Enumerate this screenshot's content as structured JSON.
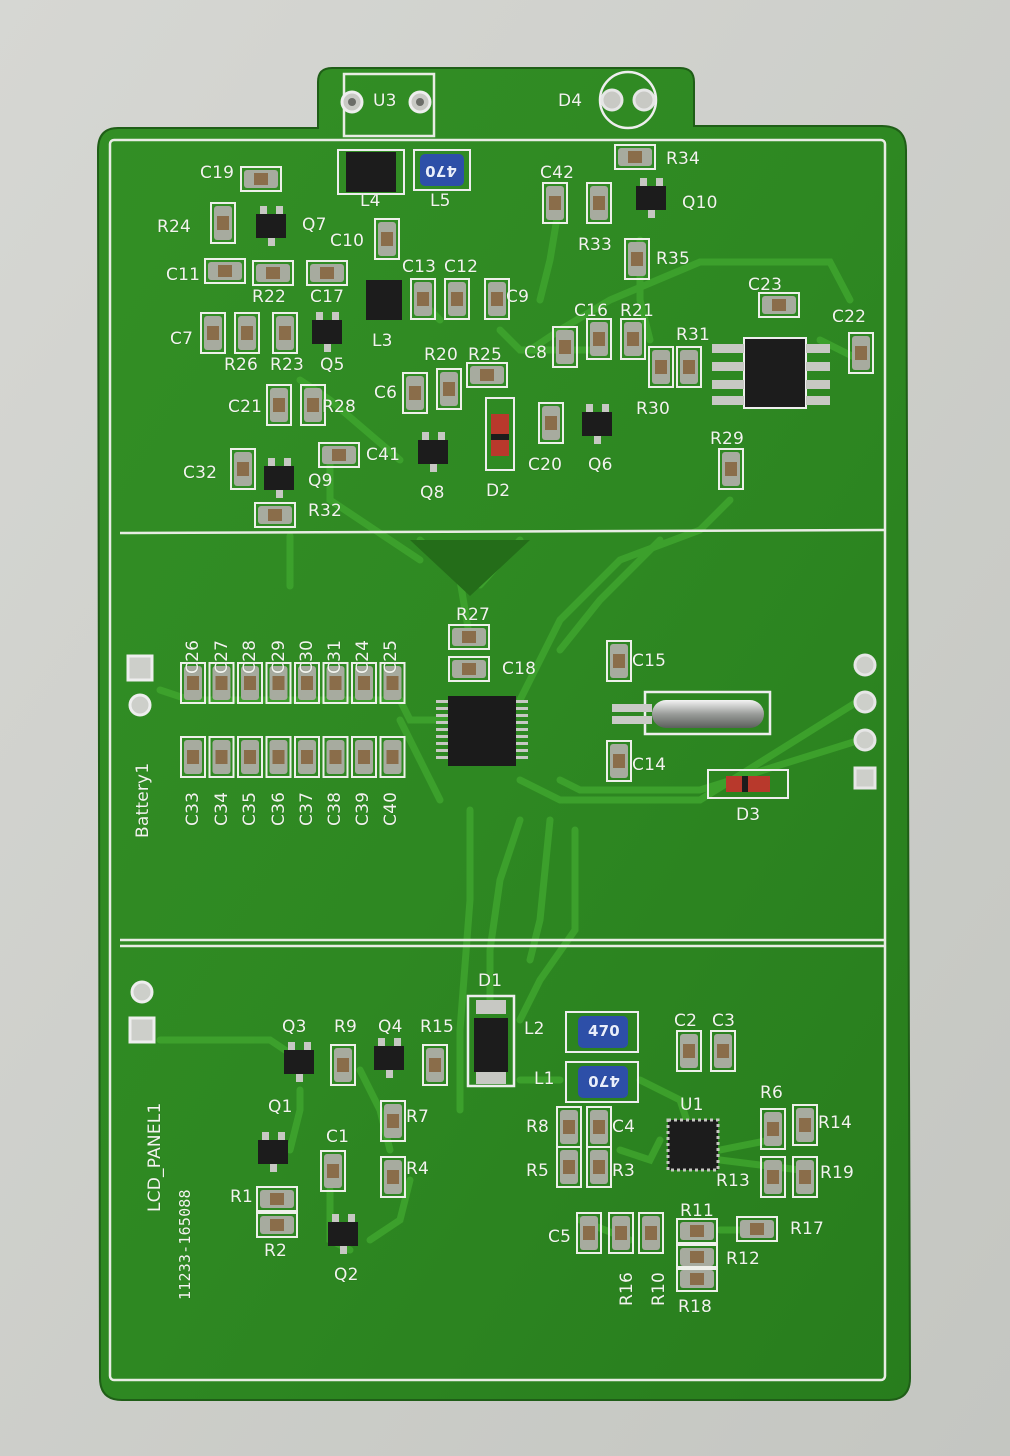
{
  "board": {
    "colors": {
      "background": "#cfd0cc",
      "solder_mask": "#2f8a22",
      "solder_mask_dark": "#256f1a",
      "trace": "#3ea22d",
      "silkscreen": "#f2f4ee",
      "pad": "#d8dad4",
      "ic_body": "#1c1c1c",
      "inductor": "#2d4fa8"
    },
    "sections": {
      "top": [
        {
          "id": "U3",
          "label": "U3"
        },
        {
          "id": "D4",
          "label": "D4"
        },
        {
          "id": "C19",
          "label": "C19"
        },
        {
          "id": "L4",
          "label": "L4"
        },
        {
          "id": "L5",
          "label": "L5"
        },
        {
          "id": "L5_marking",
          "label": "470"
        },
        {
          "id": "R24",
          "label": "R24"
        },
        {
          "id": "Q7",
          "label": "Q7"
        },
        {
          "id": "C10",
          "label": "C10"
        },
        {
          "id": "C11",
          "label": "C11"
        },
        {
          "id": "R22",
          "label": "R22"
        },
        {
          "id": "C17",
          "label": "C17"
        },
        {
          "id": "C13",
          "label": "C13"
        },
        {
          "id": "C12",
          "label": "C12"
        },
        {
          "id": "C9",
          "label": "C9"
        },
        {
          "id": "C7",
          "label": "C7"
        },
        {
          "id": "R26",
          "label": "R26"
        },
        {
          "id": "R23",
          "label": "R23"
        },
        {
          "id": "Q5",
          "label": "Q5"
        },
        {
          "id": "L3",
          "label": "L3"
        },
        {
          "id": "R20",
          "label": "R20"
        },
        {
          "id": "R25",
          "label": "R25"
        },
        {
          "id": "C21",
          "label": "C21"
        },
        {
          "id": "R28",
          "label": "R28"
        },
        {
          "id": "C6",
          "label": "C6"
        },
        {
          "id": "C32",
          "label": "C32"
        },
        {
          "id": "C41",
          "label": "C41"
        },
        {
          "id": "Q9",
          "label": "Q9"
        },
        {
          "id": "R32",
          "label": "R32"
        },
        {
          "id": "Q8",
          "label": "Q8"
        },
        {
          "id": "D2",
          "label": "D2"
        },
        {
          "id": "C20",
          "label": "C20"
        },
        {
          "id": "Q6",
          "label": "Q6"
        },
        {
          "id": "C42",
          "label": "C42"
        },
        {
          "id": "R34",
          "label": "R34"
        },
        {
          "id": "Q10",
          "label": "Q10"
        },
        {
          "id": "R33",
          "label": "R33"
        },
        {
          "id": "R35",
          "label": "R35"
        },
        {
          "id": "C16",
          "label": "C16"
        },
        {
          "id": "R21",
          "label": "R21"
        },
        {
          "id": "C8",
          "label": "C8"
        },
        {
          "id": "C23",
          "label": "C23"
        },
        {
          "id": "C22",
          "label": "C22"
        },
        {
          "id": "R31",
          "label": "R31"
        },
        {
          "id": "R30",
          "label": "R30"
        },
        {
          "id": "R29",
          "label": "R29"
        }
      ],
      "middle": [
        {
          "id": "C26",
          "label": "C26"
        },
        {
          "id": "C27",
          "label": "C27"
        },
        {
          "id": "C28",
          "label": "C28"
        },
        {
          "id": "C29",
          "label": "C29"
        },
        {
          "id": "C30",
          "label": "C30"
        },
        {
          "id": "C31",
          "label": "C31"
        },
        {
          "id": "C24",
          "label": "C24"
        },
        {
          "id": "C25",
          "label": "C25"
        },
        {
          "id": "R27",
          "label": "R27"
        },
        {
          "id": "C18",
          "label": "C18"
        },
        {
          "id": "C15",
          "label": "C15"
        },
        {
          "id": "C14",
          "label": "C14"
        },
        {
          "id": "D3",
          "label": "D3"
        },
        {
          "id": "Battery1",
          "label": "Battery1"
        },
        {
          "id": "C33",
          "label": "C33"
        },
        {
          "id": "C34",
          "label": "C34"
        },
        {
          "id": "C35",
          "label": "C35"
        },
        {
          "id": "C36",
          "label": "C36"
        },
        {
          "id": "C37",
          "label": "C37"
        },
        {
          "id": "C38",
          "label": "C38"
        },
        {
          "id": "C39",
          "label": "C39"
        },
        {
          "id": "C40",
          "label": "C40"
        }
      ],
      "bottom": [
        {
          "id": "D1",
          "label": "D1"
        },
        {
          "id": "LCD_PANEL1",
          "label": "LCD_PANEL1"
        },
        {
          "id": "board_id",
          "label": "11233-165088"
        },
        {
          "id": "Q3",
          "label": "Q3"
        },
        {
          "id": "R9",
          "label": "R9"
        },
        {
          "id": "Q4",
          "label": "Q4"
        },
        {
          "id": "R15",
          "label": "R15"
        },
        {
          "id": "L2",
          "label": "L2"
        },
        {
          "id": "L2_marking",
          "label": "470"
        },
        {
          "id": "L1",
          "label": "L1"
        },
        {
          "id": "L1_marking",
          "label": "470"
        },
        {
          "id": "C2",
          "label": "C2"
        },
        {
          "id": "C3",
          "label": "C3"
        },
        {
          "id": "Q1",
          "label": "Q1"
        },
        {
          "id": "C1",
          "label": "C1"
        },
        {
          "id": "R7",
          "label": "R7"
        },
        {
          "id": "R4",
          "label": "R4"
        },
        {
          "id": "R1",
          "label": "R1"
        },
        {
          "id": "R2",
          "label": "R2"
        },
        {
          "id": "Q2",
          "label": "Q2"
        },
        {
          "id": "R8",
          "label": "R8"
        },
        {
          "id": "C4",
          "label": "C4"
        },
        {
          "id": "R5",
          "label": "R5"
        },
        {
          "id": "R3",
          "label": "R3"
        },
        {
          "id": "U1",
          "label": "U1"
        },
        {
          "id": "R6",
          "label": "R6"
        },
        {
          "id": "R14",
          "label": "R14"
        },
        {
          "id": "R13",
          "label": "R13"
        },
        {
          "id": "R19",
          "label": "R19"
        },
        {
          "id": "C5",
          "label": "C5"
        },
        {
          "id": "R11",
          "label": "R11"
        },
        {
          "id": "R17",
          "label": "R17"
        },
        {
          "id": "R12",
          "label": "R12"
        },
        {
          "id": "R16",
          "label": "R16"
        },
        {
          "id": "R10",
          "label": "R10"
        },
        {
          "id": "R18",
          "label": "R18"
        }
      ]
    }
  }
}
